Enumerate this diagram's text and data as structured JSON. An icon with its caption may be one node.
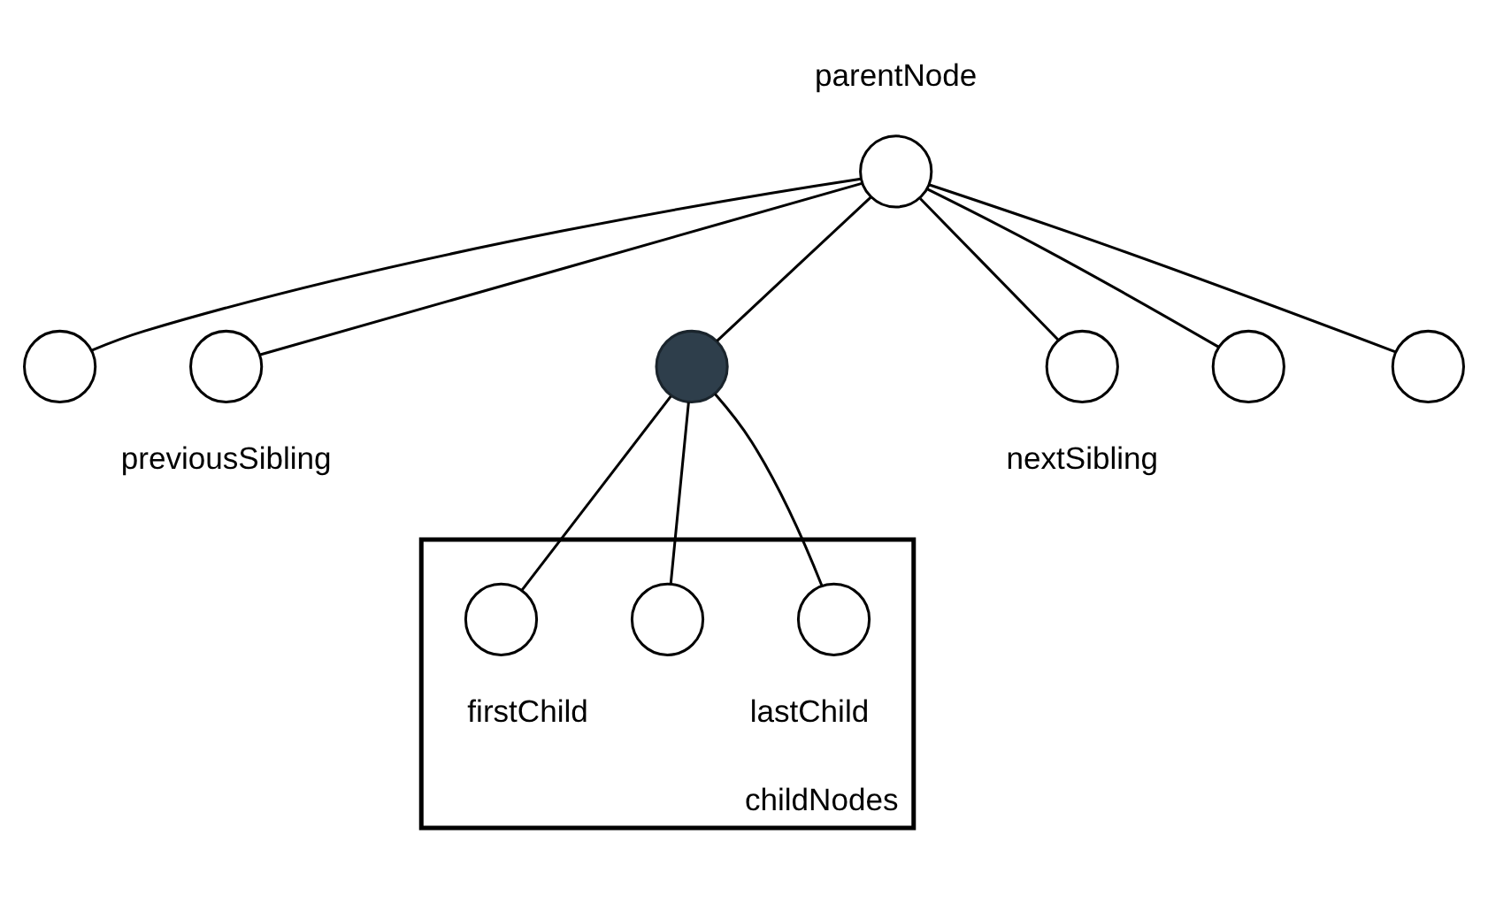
{
  "diagram": {
    "nodes": [
      {
        "text": [],
        "shape": "circle",
        "beside": [
          "parentNode"
        ]
      },
      {
        "text": [],
        "shape": "circle"
      },
      {
        "text": [],
        "shape": "circle",
        "beside": [
          "previousSibling"
        ]
      },
      {
        "text": [],
        "shape": "circle"
      },
      {
        "text": [],
        "shape": "circle",
        "beside": [
          "nextSibling"
        ]
      },
      {
        "text": [],
        "shape": "circle"
      },
      {
        "text": [],
        "shape": "circle"
      },
      {
        "text": [],
        "shape": "box",
        "beside": [
          "childNodes"
        ]
      },
      {
        "text": [],
        "shape": "circle",
        "in": 7,
        "beside": [
          "firstChild"
        ]
      },
      {
        "text": [],
        "shape": "circle",
        "in": 7
      },
      {
        "text": [],
        "shape": "circle",
        "in": 7,
        "beside": [
          "lastChild"
        ]
      }
    ],
    "edges": [
      {
        "from": 0,
        "to": 1,
        "arrow": "none"
      },
      {
        "from": 0,
        "to": 2,
        "arrow": "none"
      },
      {
        "from": 0,
        "to": 3,
        "arrow": "none"
      },
      {
        "from": 0,
        "to": 4,
        "arrow": "none"
      },
      {
        "from": 0,
        "to": 5,
        "arrow": "none"
      },
      {
        "from": 0,
        "to": 6,
        "arrow": "none"
      },
      {
        "from": 3,
        "to": 8,
        "arrow": "none"
      },
      {
        "from": 3,
        "to": 9,
        "arrow": "none"
      },
      {
        "from": 3,
        "to": 10,
        "arrow": "none"
      }
    ]
  }
}
